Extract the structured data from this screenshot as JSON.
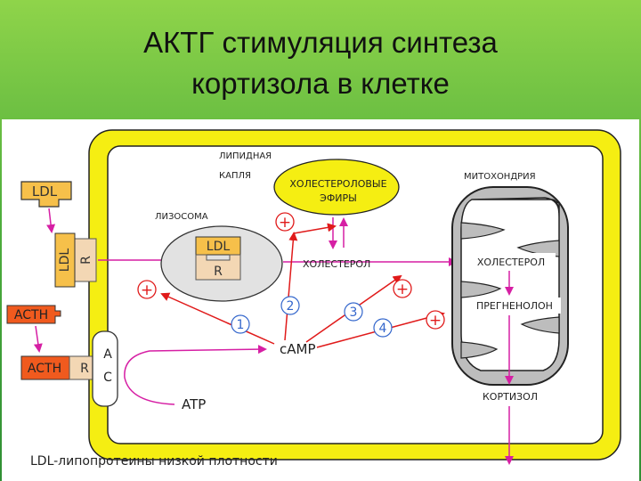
{
  "title": {
    "line1": "АКТГ стимуляция синтеза",
    "line2": "кортизола в клетке"
  },
  "diagram": {
    "ldl_outside": "LDL",
    "ldl_receptor_ligand": "LDL",
    "ldl_receptor_r": "R",
    "acth_free": "ACTH",
    "acth_bound": "ACTH",
    "acth_receptor_r": "R",
    "ac_a": "A",
    "ac_c": "C",
    "lipid_droplet_label_1": "ЛИПИДНАЯ",
    "lipid_droplet_label_2": "КАПЛЯ",
    "cholesterol_esters_1": "ХОЛЕСТЕРОЛОВЫЕ",
    "cholesterol_esters_2": "ЭФИРЫ",
    "lysosome_label": "ЛИЗОСОМА",
    "lysosome_ldl": "LDL",
    "lysosome_r": "R",
    "cholesterol": "ХОЛЕСТЕРОЛ",
    "mitochondria_label": "МИТОХОНДРИЯ",
    "mito_cholesterol": "ХОЛЕСТЕРОЛ",
    "pregnenolone": "ПРЕГНЕНОЛОН",
    "cortisol": "КОРТИЗОЛ",
    "camp": "cAMP",
    "atp": "ATP",
    "step_1": "1",
    "step_2": "2",
    "step_3": "3",
    "step_4": "4",
    "plus_sign": "+",
    "footnote": "LDL-липопротеины низкой плотности"
  },
  "colors": {
    "cell_border": "#f5ee12",
    "ldl_box": "#f6c04a",
    "acth_box": "#f05a1e",
    "receptor": "#f3d7b4",
    "lipid_droplet": "#f5ee12",
    "lysosome": "#e2e2e2",
    "arrow_magenta": "#d61fa4",
    "arrow_red": "#e01a1a"
  }
}
